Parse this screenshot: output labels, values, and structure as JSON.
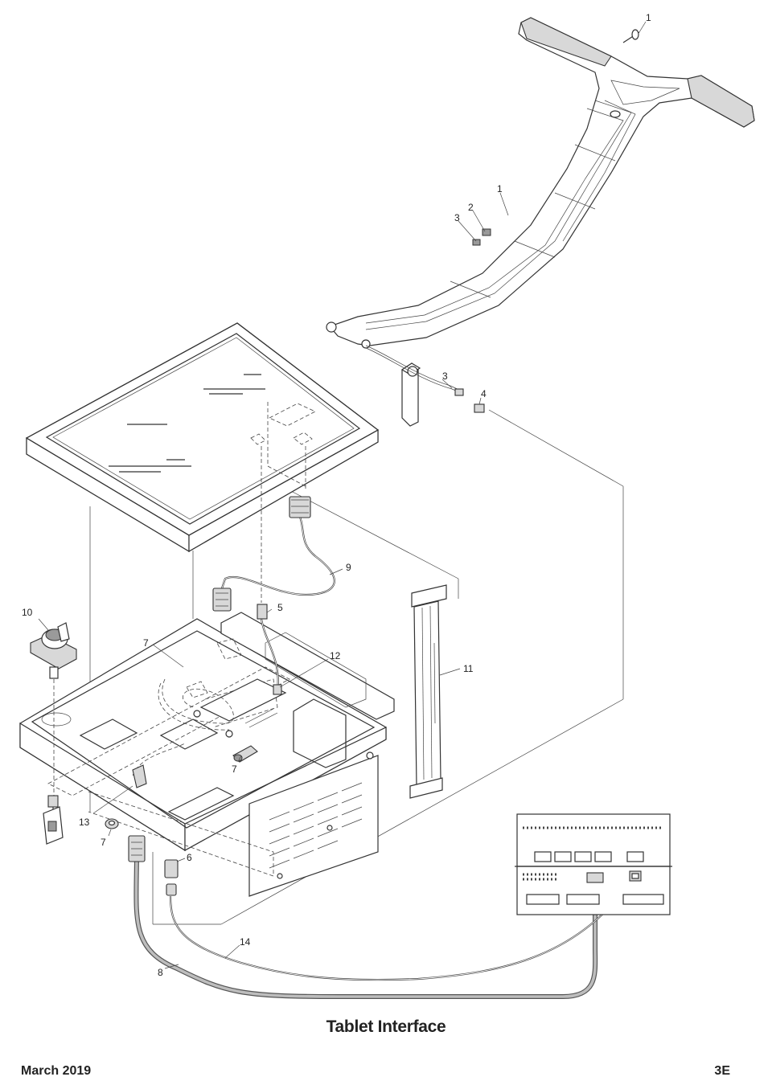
{
  "diagram": {
    "title": "Tablet Interface",
    "callouts": [
      {
        "id": "c1a",
        "label": "1"
      },
      {
        "id": "c1b",
        "label": "1"
      },
      {
        "id": "c2",
        "label": "2"
      },
      {
        "id": "c3a",
        "label": "3"
      },
      {
        "id": "c3b",
        "label": "3"
      },
      {
        "id": "c4",
        "label": "4"
      },
      {
        "id": "c5",
        "label": "5"
      },
      {
        "id": "c6",
        "label": "6"
      },
      {
        "id": "c7a",
        "label": "7"
      },
      {
        "id": "c7b",
        "label": "7"
      },
      {
        "id": "c7c",
        "label": "7"
      },
      {
        "id": "c8",
        "label": "8"
      },
      {
        "id": "c9",
        "label": "9"
      },
      {
        "id": "c10",
        "label": "10"
      },
      {
        "id": "c11",
        "label": "11"
      },
      {
        "id": "c12",
        "label": "12"
      },
      {
        "id": "c13",
        "label": "13"
      },
      {
        "id": "c14",
        "label": "14"
      }
    ]
  },
  "footer": {
    "date": "March 2019",
    "page": "3E"
  }
}
